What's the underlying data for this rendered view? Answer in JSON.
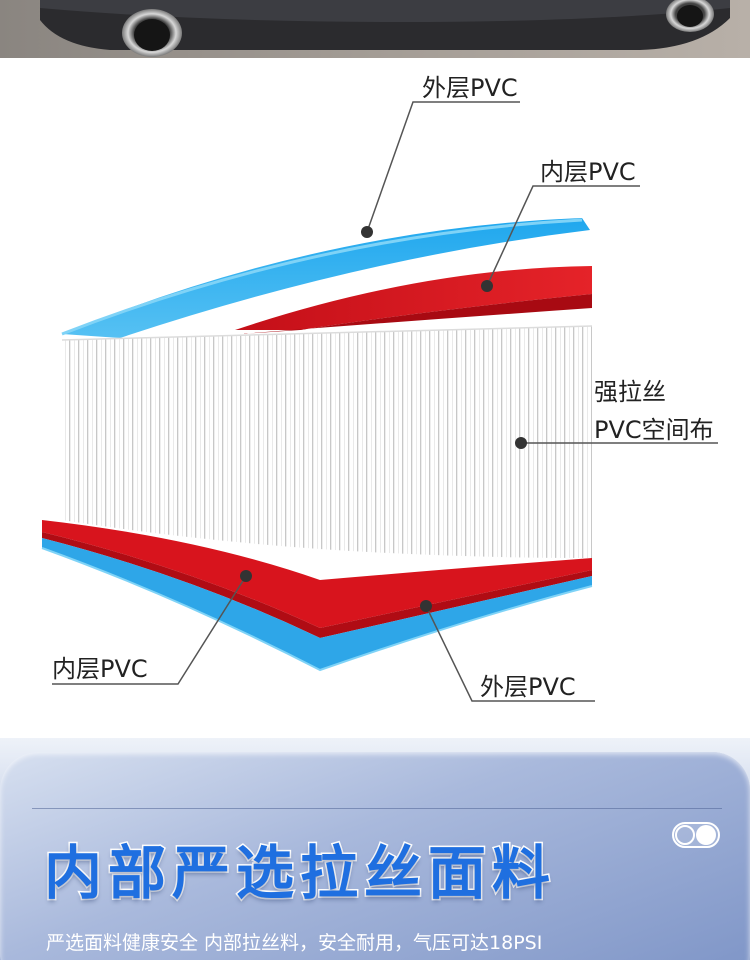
{
  "diagram": {
    "labels": {
      "outer_top": "外层PVC",
      "inner_top": "内层PVC",
      "core_line1": "强拉丝",
      "core_line2": "PVC空间布",
      "inner_bottom": "内层PVC",
      "outer_bottom": "外层PVC"
    }
  },
  "banner": {
    "title": "内部严选拉丝面料",
    "subtitle": "严选面料健康安全 内部拉丝料，安全耐用，气压可达18PSI",
    "toggle_icon": "toggle-icon"
  },
  "colors": {
    "outer_pvc": "#2ea6e8",
    "inner_pvc": "#d9151e",
    "title_blue": "#1f6fe0"
  }
}
